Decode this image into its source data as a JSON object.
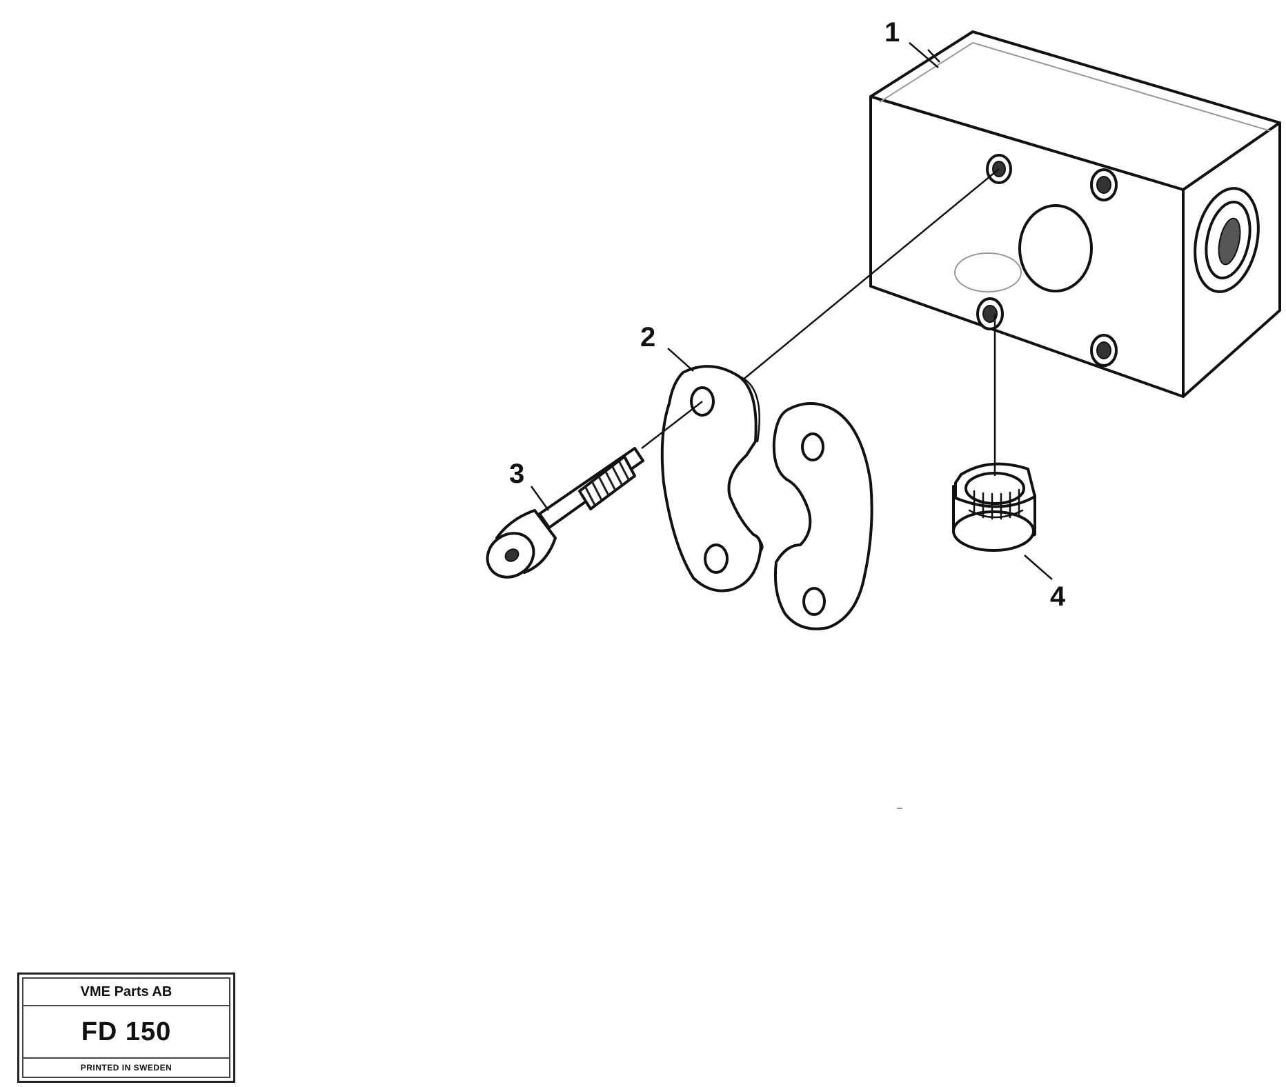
{
  "diagram": {
    "callouts": [
      {
        "id": "1",
        "label": "1",
        "part": "valve-block"
      },
      {
        "id": "2",
        "label": "2",
        "part": "flange-halves"
      },
      {
        "id": "3",
        "label": "3",
        "part": "screw"
      },
      {
        "id": "4",
        "label": "4",
        "part": "plug"
      }
    ]
  },
  "title_block": {
    "company": "VME Parts AB",
    "code": "FD 150",
    "printed": "PRINTED IN SWEDEN"
  }
}
